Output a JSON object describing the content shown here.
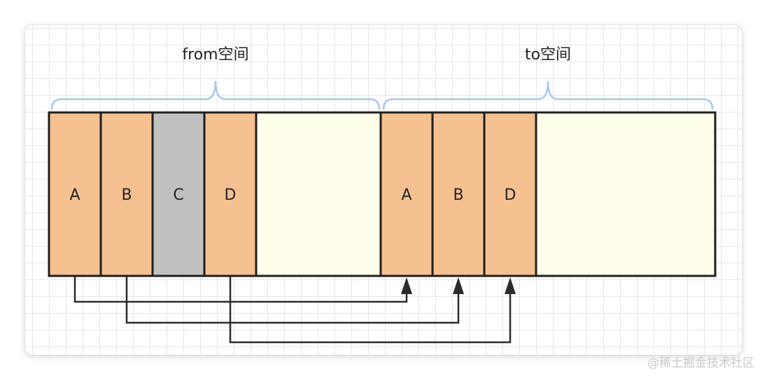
{
  "labels": {
    "from_space": "from空间",
    "to_space": "to空间"
  },
  "from_blocks": [
    {
      "label": "A",
      "kind": "object"
    },
    {
      "label": "B",
      "kind": "object"
    },
    {
      "label": "C",
      "kind": "garbage"
    },
    {
      "label": "D",
      "kind": "object"
    }
  ],
  "to_blocks": [
    {
      "label": "A",
      "kind": "object"
    },
    {
      "label": "B",
      "kind": "object"
    },
    {
      "label": "D",
      "kind": "object"
    }
  ],
  "copies": [
    {
      "from": "A",
      "to": "A"
    },
    {
      "from": "B",
      "to": "B"
    },
    {
      "from": "D",
      "to": "D"
    }
  ],
  "colors": {
    "object_fill": "#f5c191",
    "garbage_fill": "#c0c0c0",
    "free_fill": "#fffeea",
    "stroke": "#1e1e1e",
    "brace": "#a8c8ee",
    "arrow": "#2b2b2b"
  },
  "watermark": "@稀土掘金技术社区"
}
